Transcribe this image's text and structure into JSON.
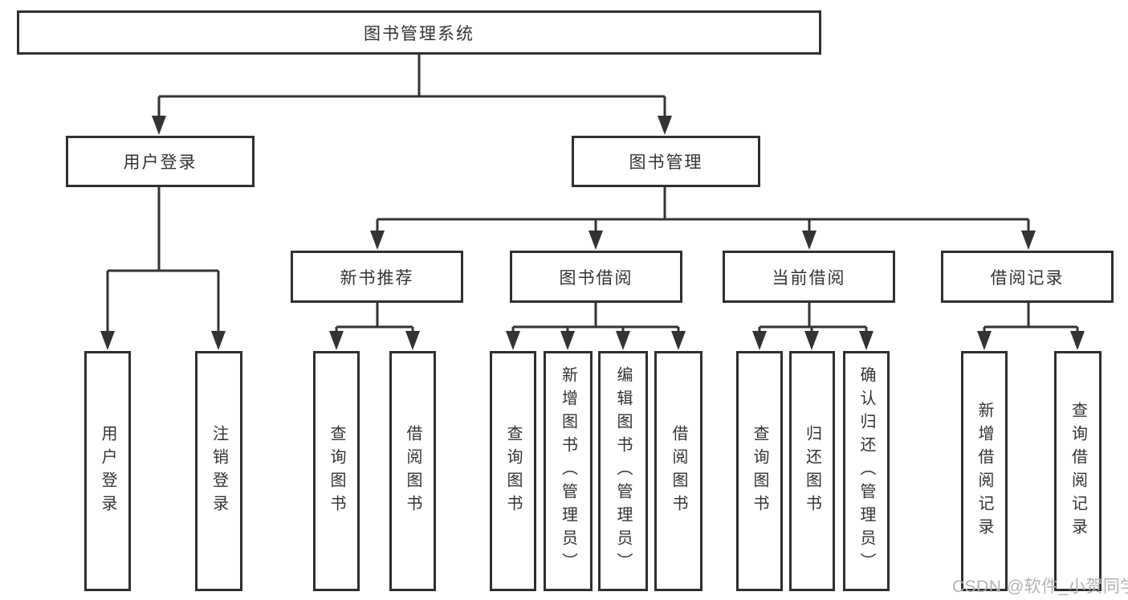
{
  "diagram": {
    "root": "图书管理系统",
    "level2": [
      "用户登录",
      "图书管理"
    ],
    "level3": [
      "新书推荐",
      "图书借阅",
      "当前借阅",
      "借阅记录"
    ],
    "leaves": {
      "user": [
        "用户登录",
        "注销登录"
      ],
      "new_book": [
        "查询图书",
        "借阅图书"
      ],
      "borrow": [
        "查询图书",
        "新增图书（管理员）",
        "编辑图书（管理员）",
        "借阅图书"
      ],
      "current": [
        "查询图书",
        "归还图书",
        "确认归还（管理员）"
      ],
      "record": [
        "新增借阅记录",
        "查询借阅记录"
      ]
    }
  },
  "watermark": "CSDN @软件_小贺同学",
  "colors": {
    "line": "#333333",
    "box_border": "#2f2f2f",
    "text": "#333333",
    "watermark": "#b3b3b3",
    "background": "#ffffff"
  }
}
